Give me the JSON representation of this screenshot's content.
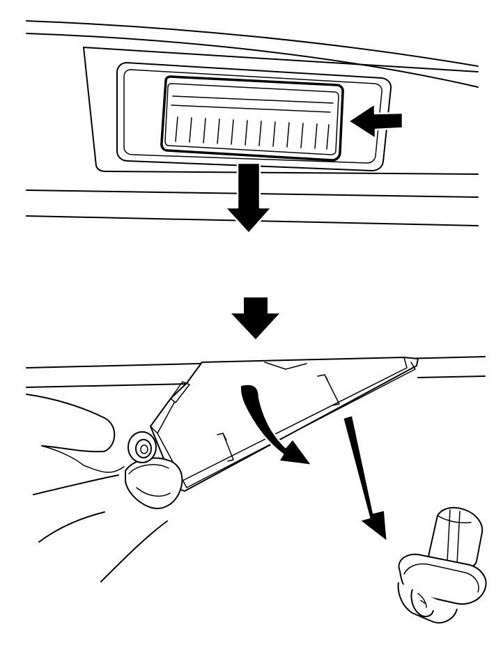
{
  "figure": {
    "panels": [
      {
        "id": "top",
        "subject": "license-plate-lamp-lens-removal"
      },
      {
        "id": "bottom",
        "subject": "lamp-housing-and-bulb-socket-removal"
      }
    ],
    "colors": {
      "ink": "#000000",
      "paper": "#ffffff"
    },
    "icons": [
      "push-arrow-icon",
      "pull-down-arrow-icon",
      "step-arrow-icon",
      "rotate-arrow-icon",
      "remove-bulb-arrow-icon",
      "bulb-socket-icon",
      "hand-icon"
    ]
  }
}
